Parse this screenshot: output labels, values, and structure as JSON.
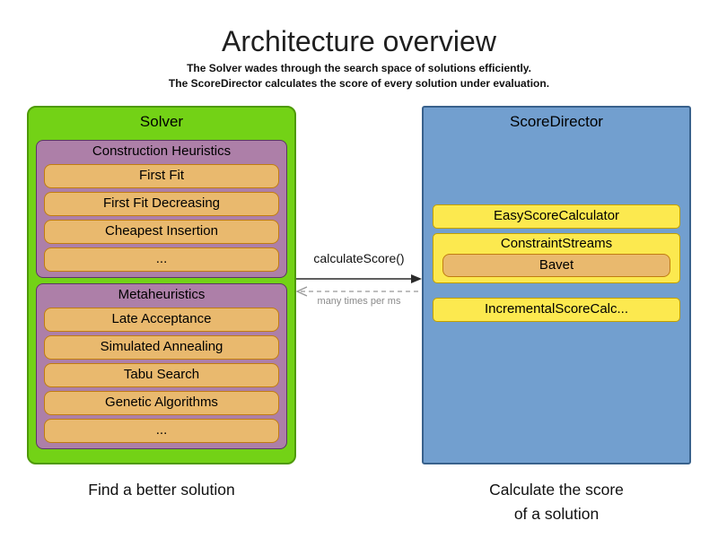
{
  "title": "Architecture overview",
  "subtitle_line1": "The Solver wades through the search space of solutions efficiently.",
  "subtitle_line2": "The ScoreDirector calculates the score of every solution under evaluation.",
  "solver": {
    "title": "Solver",
    "caption": "Find a better solution",
    "construction_heuristics": {
      "title": "Construction Heuristics",
      "items": [
        "First Fit",
        "First Fit Decreasing",
        "Cheapest Insertion",
        "..."
      ]
    },
    "metaheuristics": {
      "title": "Metaheuristics",
      "items": [
        "Late Acceptance",
        "Simulated Annealing",
        "Tabu Search",
        "Genetic Algorithms",
        "..."
      ]
    }
  },
  "score_director": {
    "title": "ScoreDirector",
    "caption_line1": "Calculate the score",
    "caption_line2": "of a solution",
    "easy_score_calculator": "EasyScoreCalculator",
    "constraint_streams": {
      "title": "ConstraintStreams",
      "child": "Bavet"
    },
    "incremental": "IncrementalScoreCalc..."
  },
  "interaction": {
    "call_label": "calculateScore()",
    "frequency_label": "many times per ms"
  },
  "colors": {
    "solver_fill": "#73d216",
    "solver_border": "#4e9a06",
    "phase_fill": "#ad7fa8",
    "phase_border": "#5c3566",
    "algorithm_fill": "#e9b96e",
    "algorithm_border": "#c17d11",
    "score_director_fill": "#729fcf",
    "score_director_border": "#38618c",
    "calculator_fill": "#fce94f",
    "calculator_border": "#c4a000",
    "arrow_solid": "#2a2a2a",
    "arrow_dashed": "#979797"
  }
}
